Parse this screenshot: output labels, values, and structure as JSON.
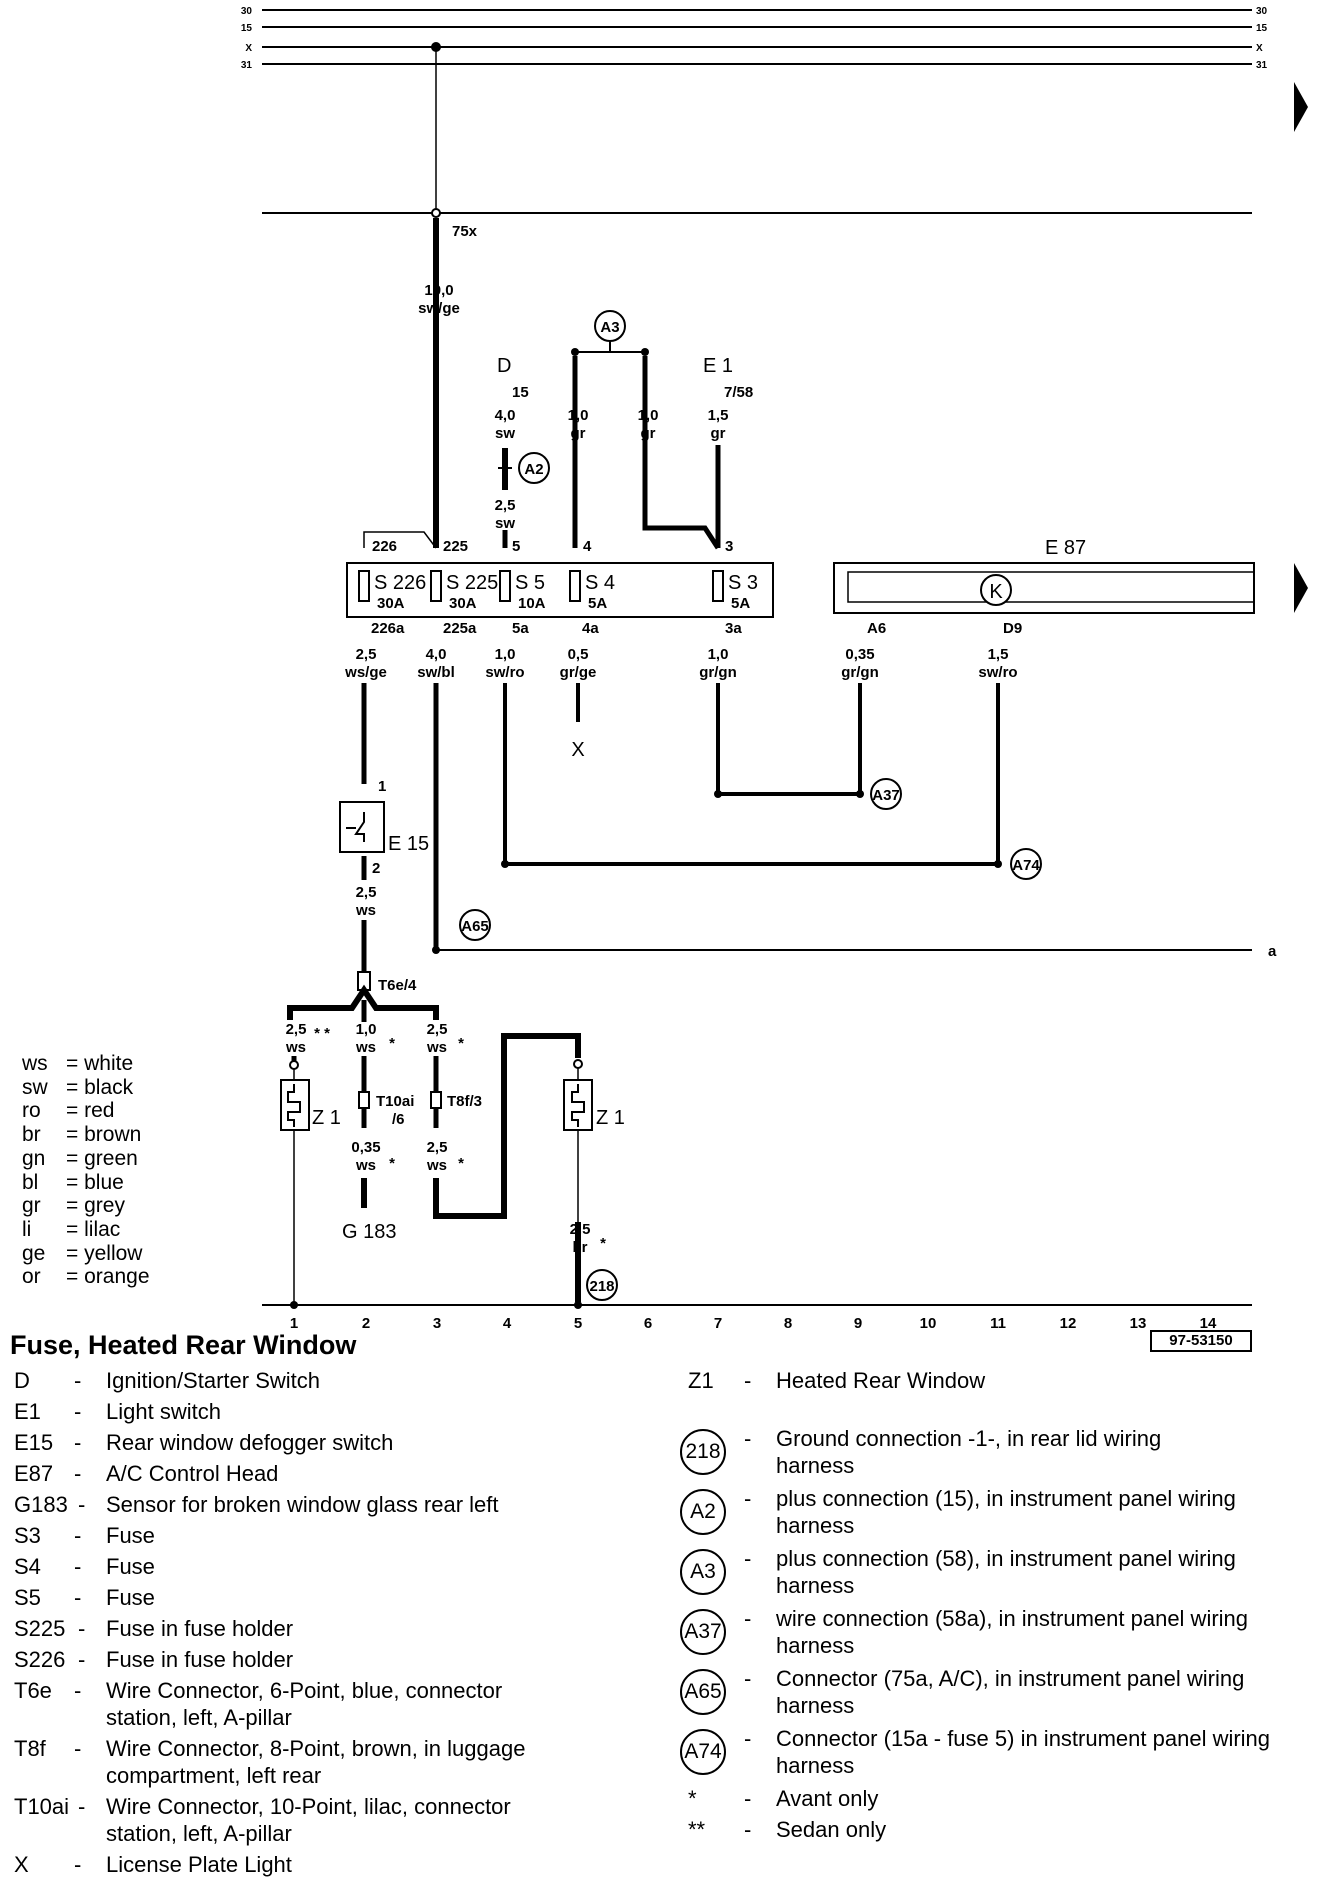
{
  "diagram": {
    "rail_labels": [
      "30",
      "15",
      "X",
      "31"
    ],
    "connector_75x": "75x",
    "main_wire": {
      "size": "10,0",
      "color": "sw/ge"
    },
    "component_D": "D",
    "component_E1": "E 1",
    "component_E87": "E 87",
    "component_E15": "E 15",
    "component_Z1": "Z 1",
    "component_G183": "G 183",
    "component_X": "X",
    "pin_15": "15",
    "pin_7_58": "7/58",
    "top_wires": [
      {
        "size": "4,0",
        "color": "sw"
      },
      {
        "size": "1,0",
        "color": "gr"
      },
      {
        "size": "1,0",
        "color": "gr"
      },
      {
        "size": "1,5",
        "color": "gr"
      },
      {
        "size": "2,5",
        "color": "sw"
      }
    ],
    "fuse_top_pins": [
      "226",
      "225",
      "5",
      "4",
      "3"
    ],
    "fuses": [
      {
        "name": "S 226",
        "amps": "30A"
      },
      {
        "name": "S 225",
        "amps": "30A"
      },
      {
        "name": "S 5",
        "amps": "10A"
      },
      {
        "name": "S 4",
        "amps": "5A"
      },
      {
        "name": "S 3",
        "amps": "5A"
      }
    ],
    "fuse_bottom_pins": [
      "226a",
      "225a",
      "5a",
      "4a",
      "3a",
      "A6",
      "D9"
    ],
    "bottom_wires": [
      {
        "size": "2,5",
        "color": "ws/ge"
      },
      {
        "size": "4,0",
        "color": "sw/bl"
      },
      {
        "size": "1,0",
        "color": "sw/ro"
      },
      {
        "size": "0,5",
        "color": "gr/ge"
      },
      {
        "size": "1,0",
        "color": "gr/gn"
      },
      {
        "size": "0,35",
        "color": "gr/gn"
      },
      {
        "size": "1,5",
        "color": "sw/ro"
      }
    ],
    "switch_pins": [
      "1",
      "2"
    ],
    "switch_wire": {
      "size": "2,5",
      "color": "ws"
    },
    "connector_T6e": "T6e/4",
    "connector_T10ai": "T10ai",
    "connector_T10ai_pin": "/6",
    "connector_T8f": "T8f/3",
    "branch_wires": [
      {
        "size": "2,5",
        "color": "ws",
        "mark": "* *"
      },
      {
        "size": "1,0",
        "color": "ws",
        "mark": "*"
      },
      {
        "size": "2,5",
        "color": "ws",
        "mark": "*"
      },
      {
        "size": "0,35",
        "color": "ws",
        "mark": "*"
      },
      {
        "size": "2,5",
        "color": "ws",
        "mark": "*"
      },
      {
        "size": "2,5",
        "color": "br",
        "mark": "*"
      }
    ],
    "line_end_a": "a",
    "connection_labels": [
      "A3",
      "A2",
      "A37",
      "A74",
      "A65",
      "218"
    ],
    "ground_scale": [
      "1",
      "2",
      "3",
      "4",
      "5",
      "6",
      "7",
      "8",
      "9",
      "10",
      "11",
      "12",
      "13",
      "14"
    ],
    "document_number": "97-53150"
  },
  "color_key": [
    {
      "abbr": "ws",
      "name": "white"
    },
    {
      "abbr": "sw",
      "name": "black"
    },
    {
      "abbr": "ro",
      "name": "red"
    },
    {
      "abbr": "br",
      "name": "brown"
    },
    {
      "abbr": "gn",
      "name": "green"
    },
    {
      "abbr": "bl",
      "name": "blue"
    },
    {
      "abbr": "gr",
      "name": "grey"
    },
    {
      "abbr": "li",
      "name": "lilac"
    },
    {
      "abbr": "ge",
      "name": "yellow"
    },
    {
      "abbr": "or",
      "name": "orange"
    }
  ],
  "title": "Fuse, Heated Rear Window",
  "legend_left": [
    {
      "code": "D",
      "desc": "Ignition/Starter Switch"
    },
    {
      "code": "E1",
      "desc": "Light switch"
    },
    {
      "code": "E15",
      "desc": "Rear window defogger switch"
    },
    {
      "code": "E87",
      "desc": "A/C Control Head"
    },
    {
      "code": "G183",
      "desc": "Sensor for broken window glass rear left"
    },
    {
      "code": "S3",
      "desc": "Fuse"
    },
    {
      "code": "S4",
      "desc": "Fuse"
    },
    {
      "code": "S5",
      "desc": "Fuse"
    },
    {
      "code": "S225",
      "desc": "Fuse in fuse holder"
    },
    {
      "code": "S226",
      "desc": "Fuse in fuse holder"
    },
    {
      "code": "T6e",
      "desc": "Wire Connector, 6-Point, blue, connector station, left, A-pillar"
    },
    {
      "code": "T8f",
      "desc": "Wire Connector, 8-Point, brown, in luggage compartment, left rear"
    },
    {
      "code": "T10ai",
      "desc": "Wire Connector, 10-Point, lilac, connector station, left, A-pillar"
    },
    {
      "code": "X",
      "desc": "License Plate Light"
    }
  ],
  "legend_right": [
    {
      "code": "Z1",
      "desc": "Heated Rear Window"
    },
    {
      "code": "218",
      "desc": "Ground connection -1-, in rear lid wiring harness"
    },
    {
      "code": "A2",
      "desc": "plus connection (15), in instrument panel wiring harness"
    },
    {
      "code": "A3",
      "desc": "plus connection (58), in instrument panel wiring harness"
    },
    {
      "code": "A37",
      "desc": "wire connection (58a), in instrument panel wiring harness"
    },
    {
      "code": "A65",
      "desc": "Connector (75a, A/C), in instrument panel wiring harness"
    },
    {
      "code": "A74",
      "desc": "Connector (15a - fuse 5) in instrument panel wiring harness"
    },
    {
      "code": "*",
      "desc": "Avant only"
    },
    {
      "code": "**",
      "desc": "Sedan only"
    }
  ]
}
